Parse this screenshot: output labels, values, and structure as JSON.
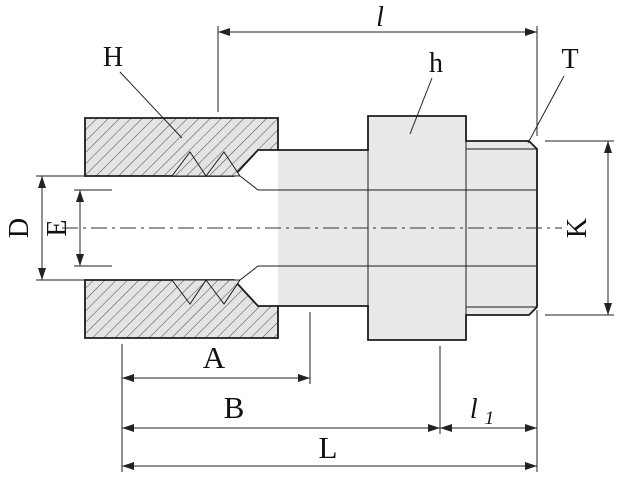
{
  "drawing": {
    "type": "technical-cross-section",
    "subject": "tube-fitting-male-connector",
    "labels": {
      "l": "l",
      "H": "H",
      "h": "h",
      "T": "T",
      "D": "D",
      "E": "E",
      "K": "K",
      "A": "A",
      "B": "B",
      "L": "L",
      "l1_base": "l",
      "l1_sub": "1"
    },
    "colors": {
      "line": "#1c1c1c",
      "metal_fill": "#e9e9e9",
      "background": "#ffffff"
    }
  }
}
